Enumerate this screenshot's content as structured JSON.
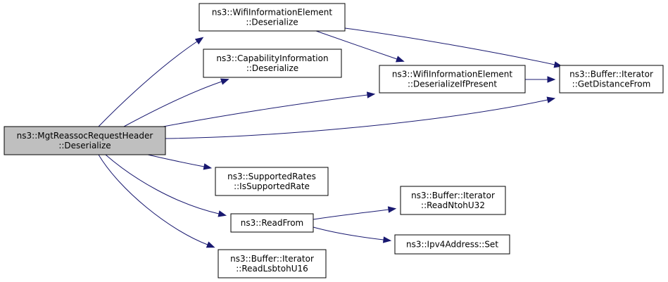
{
  "diagram": {
    "type": "call-graph",
    "nodes": [
      {
        "id": "root",
        "lines": [
          "ns3::MgtReassocRequestHeader",
          "::Deserialize"
        ],
        "highlighted": true
      },
      {
        "id": "wie_deser",
        "lines": [
          "ns3::WifiInformationElement",
          "::Deserialize"
        ],
        "highlighted": false
      },
      {
        "id": "cap_deser",
        "lines": [
          "ns3::CapabilityInformation",
          "::Deserialize"
        ],
        "highlighted": false
      },
      {
        "id": "wie_ifpresent",
        "lines": [
          "ns3::WifiInformationElement",
          "::DeserializeIfPresent"
        ],
        "highlighted": false
      },
      {
        "id": "buf_distance",
        "lines": [
          "ns3::Buffer::Iterator",
          "::GetDistanceFrom"
        ],
        "highlighted": false
      },
      {
        "id": "supported_rate",
        "lines": [
          "ns3::SupportedRates",
          "::IsSupportedRate"
        ],
        "highlighted": false
      },
      {
        "id": "readfrom",
        "lines": [
          "ns3::ReadFrom"
        ],
        "highlighted": false
      },
      {
        "id": "read_ntoh",
        "lines": [
          "ns3::Buffer::Iterator",
          "::ReadNtohU32"
        ],
        "highlighted": false
      },
      {
        "id": "ipv4_set",
        "lines": [
          "ns3::Ipv4Address::Set"
        ],
        "highlighted": false
      },
      {
        "id": "read_lsb",
        "lines": [
          "ns3::Buffer::Iterator",
          "::ReadLsbtohU16"
        ],
        "highlighted": false
      }
    ],
    "edges": [
      {
        "from": "root",
        "to": "wie_deser"
      },
      {
        "from": "root",
        "to": "cap_deser"
      },
      {
        "from": "root",
        "to": "wie_ifpresent"
      },
      {
        "from": "root",
        "to": "buf_distance"
      },
      {
        "from": "root",
        "to": "supported_rate"
      },
      {
        "from": "root",
        "to": "readfrom"
      },
      {
        "from": "root",
        "to": "read_lsb"
      },
      {
        "from": "wie_deser",
        "to": "wie_ifpresent"
      },
      {
        "from": "wie_deser",
        "to": "buf_distance"
      },
      {
        "from": "wie_ifpresent",
        "to": "buf_distance"
      },
      {
        "from": "readfrom",
        "to": "read_ntoh"
      },
      {
        "from": "readfrom",
        "to": "ipv4_set"
      }
    ],
    "colors": {
      "highlight_fill": "#bfbfbf",
      "node_fill": "#ffffff",
      "edge": "#191970"
    }
  }
}
